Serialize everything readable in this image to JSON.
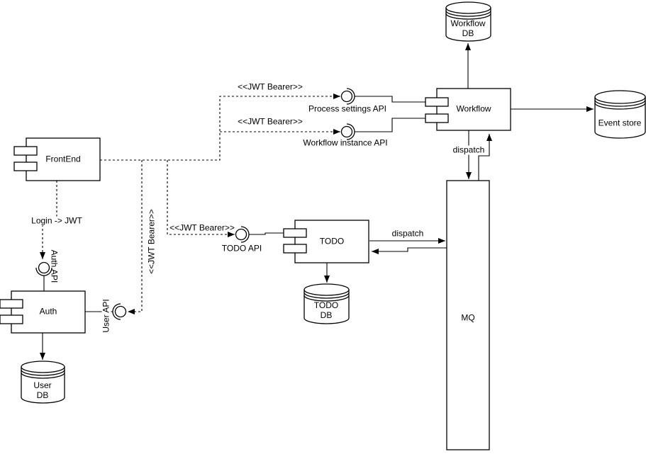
{
  "nodes": {
    "frontend": {
      "label": "FrontEnd"
    },
    "auth": {
      "label": "Auth"
    },
    "todo": {
      "label": "TODO"
    },
    "workflow": {
      "label": "Workflow"
    },
    "mq": {
      "label": "MQ"
    },
    "workflow_db": {
      "line1": "Workflow",
      "line2": "DB"
    },
    "user_db": {
      "line1": "User",
      "line2": "DB"
    },
    "todo_db": {
      "line1": "TODO",
      "line2": "DB"
    },
    "event_store": {
      "label": "Event store"
    }
  },
  "interfaces": {
    "process_settings_api": {
      "label": "Process settings API"
    },
    "workflow_instance_api": {
      "label": "Workflow instance API"
    },
    "todo_api": {
      "label": "TODO API"
    },
    "auth_api": {
      "label": "Auth API"
    },
    "user_api": {
      "label": "User API"
    }
  },
  "edge_labels": {
    "jwt_bearer": "<<JWT Bearer>>",
    "login_jwt": "Login -> JWT",
    "dispatch": "dispatch"
  },
  "colors": {
    "stroke": "#000000",
    "background": "#ffffff"
  }
}
